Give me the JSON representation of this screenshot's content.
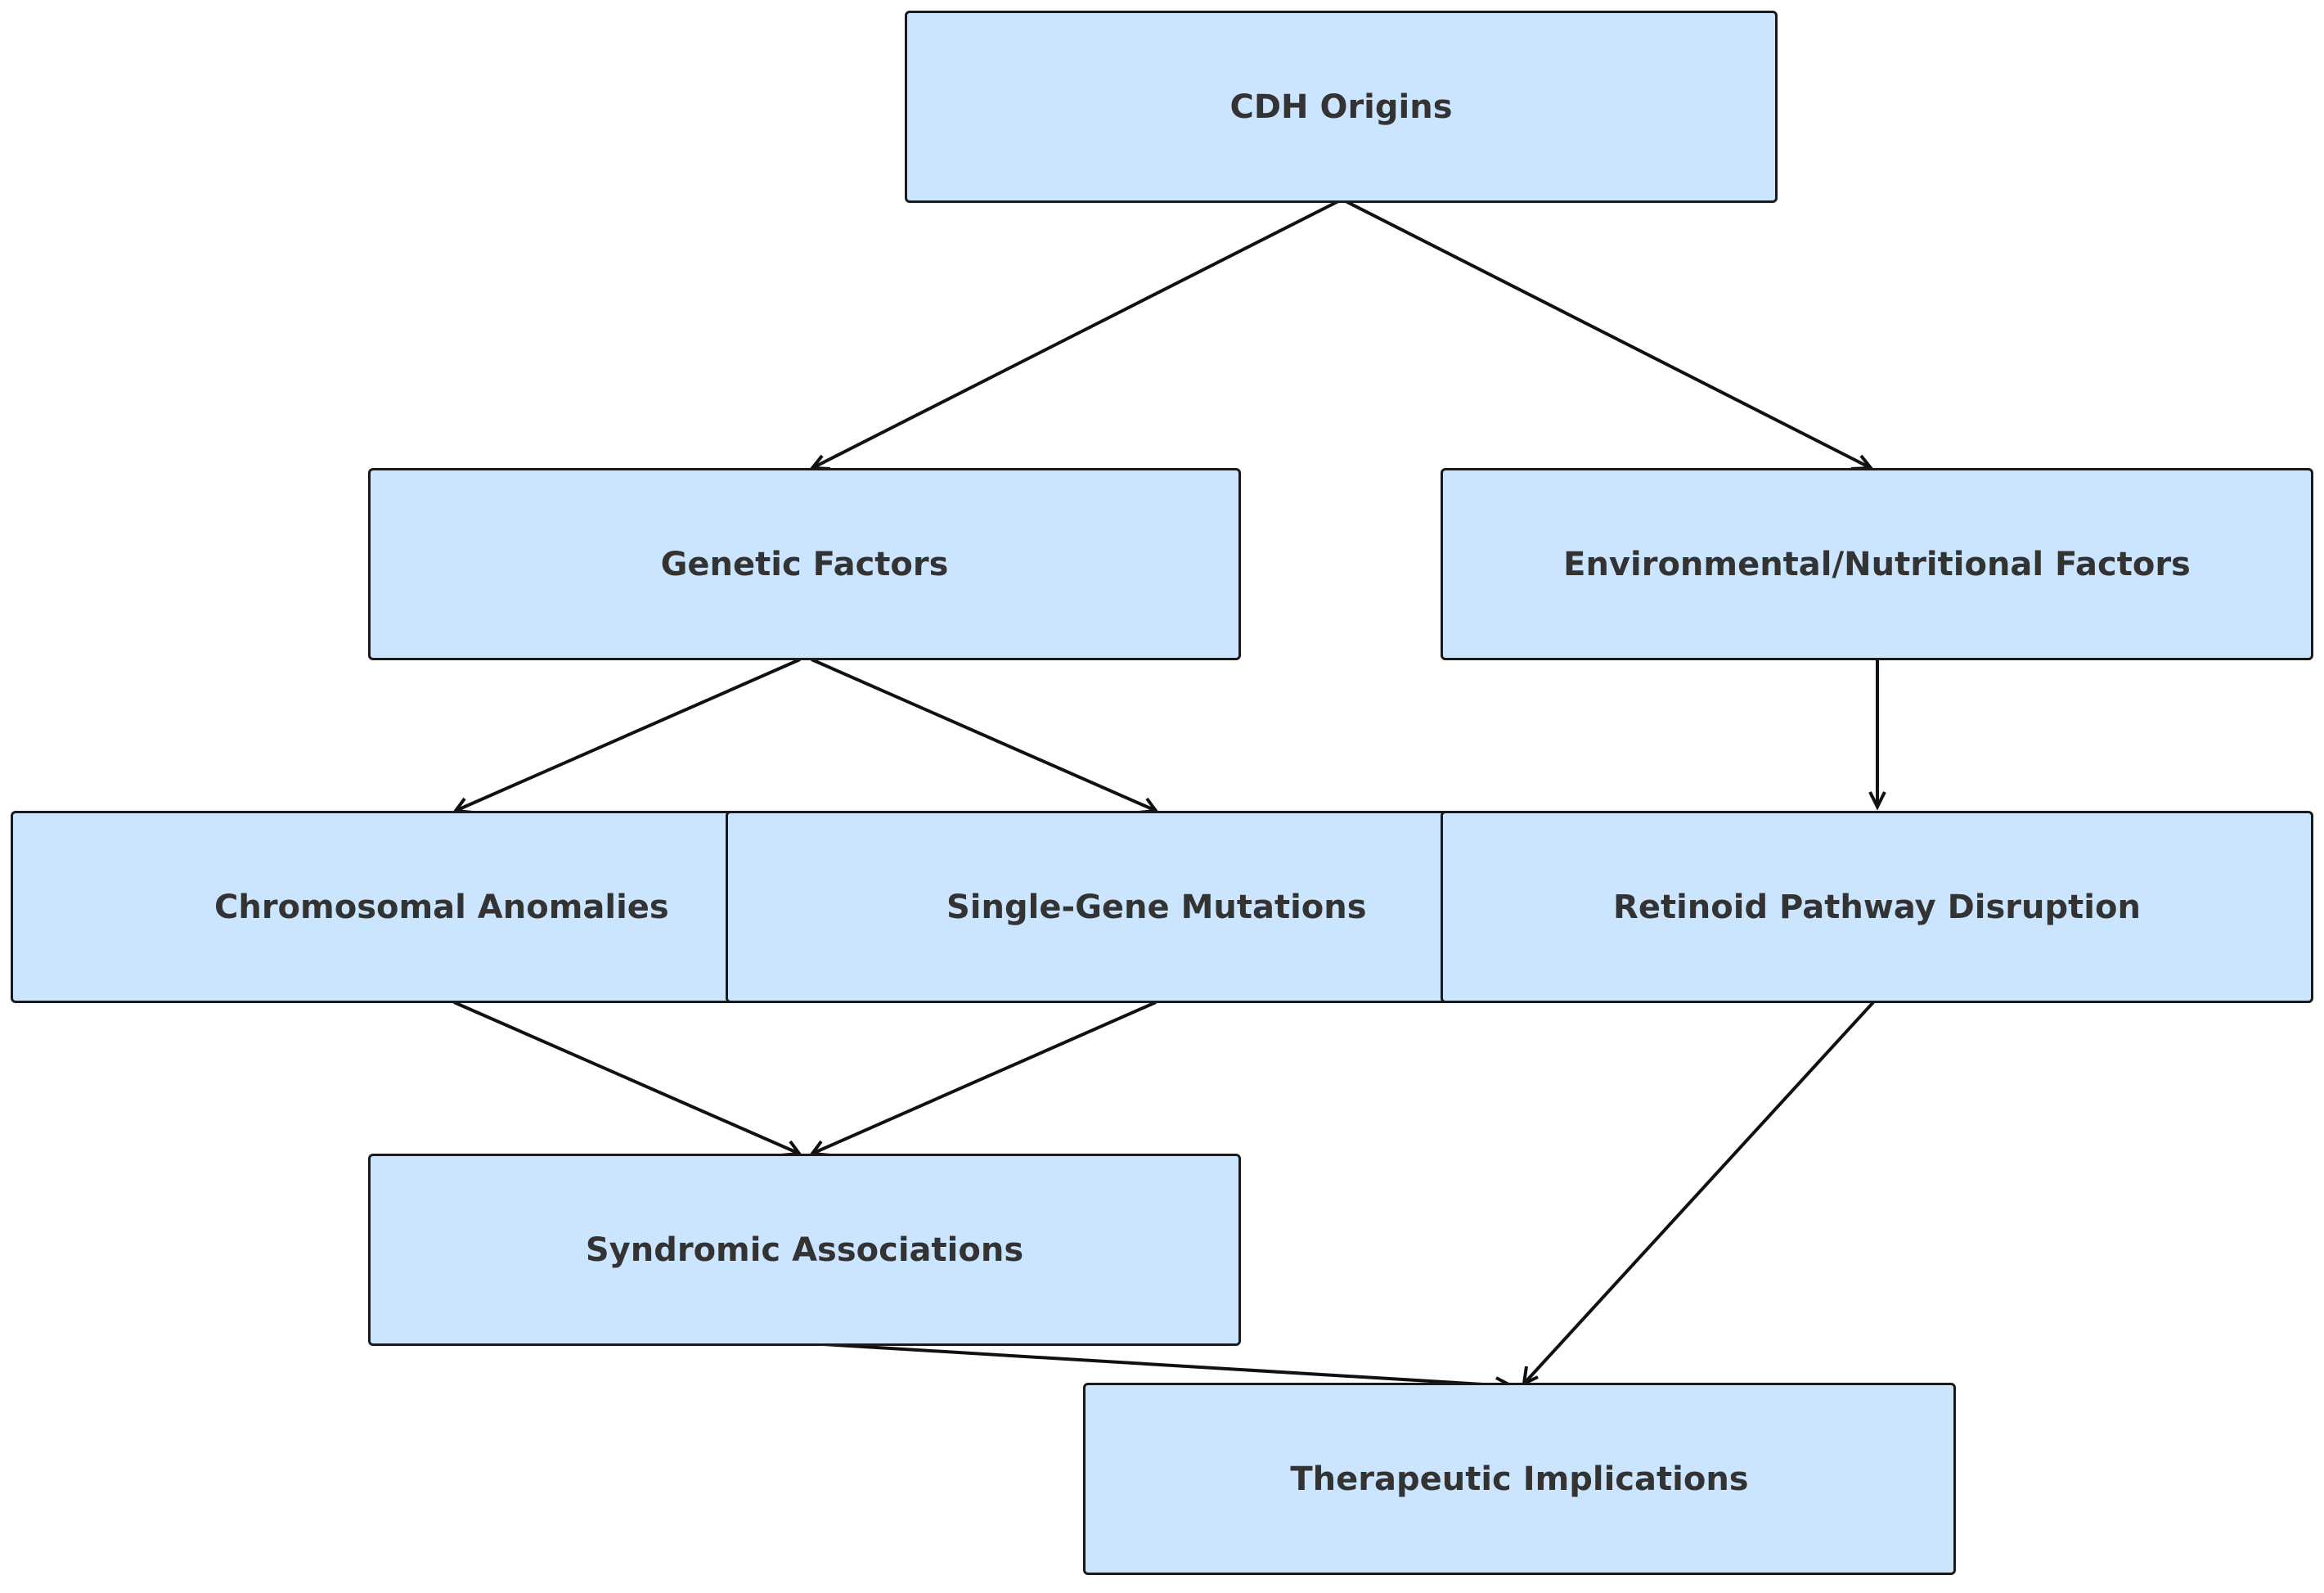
{
  "diagram": {
    "nodes": {
      "origins": {
        "label": "CDH Origins"
      },
      "genetic": {
        "label": "Genetic Factors"
      },
      "environmental": {
        "label": "Environmental/Nutritional Factors"
      },
      "chromosomal": {
        "label": "Chromosomal Anomalies"
      },
      "single_gene": {
        "label": "Single-Gene Mutations"
      },
      "retinoid": {
        "label": "Retinoid Pathway Disruption"
      },
      "syndromic": {
        "label": "Syndromic Associations"
      },
      "therapeutic": {
        "label": "Therapeutic Implications"
      }
    },
    "edges": [
      {
        "from": "origins",
        "to": "genetic"
      },
      {
        "from": "origins",
        "to": "environmental"
      },
      {
        "from": "genetic",
        "to": "chromosomal"
      },
      {
        "from": "genetic",
        "to": "single_gene"
      },
      {
        "from": "environmental",
        "to": "retinoid"
      },
      {
        "from": "chromosomal",
        "to": "syndromic"
      },
      {
        "from": "single_gene",
        "to": "syndromic"
      },
      {
        "from": "retinoid",
        "to": "therapeutic"
      },
      {
        "from": "syndromic",
        "to": "therapeutic"
      }
    ],
    "colors": {
      "node_fill": "#cce5ff",
      "node_border": "#1a1a1a",
      "text": "#333333",
      "edge": "#111111"
    }
  }
}
